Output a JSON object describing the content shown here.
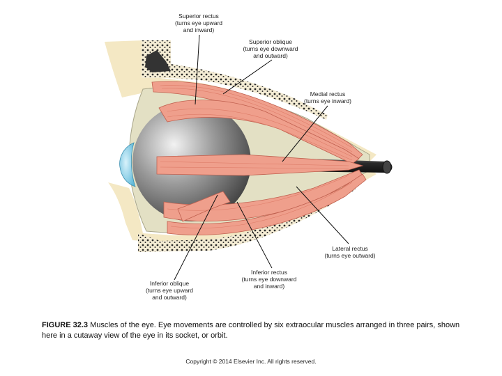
{
  "labels": {
    "superior_rectus": [
      "Superior rectus",
      "(turns eye upward",
      "and inward)"
    ],
    "superior_oblique": [
      "Superior oblique",
      "(turns eye downward",
      "and outward)"
    ],
    "medial_rectus": [
      "Medial rectus",
      "(turns eye inward)"
    ],
    "lateral_rectus": [
      "Lateral rectus",
      "(turns eye outward)"
    ],
    "inferior_rectus": [
      "Inferior rectus",
      "(turns eye downward",
      "and inward)"
    ],
    "inferior_oblique": [
      "Inferior oblique",
      "(turns eye upward",
      "and outward)"
    ]
  },
  "caption": {
    "figure_number": "FIGURE 32.3",
    "text": "Muscles of the eye. Eye movements are controlled by six extraocular muscles arranged in three pairs, shown here in a cutaway view of the eye in its socket, or orbit."
  },
  "copyright": "Copyright © 2014 Elsevier Inc. All rights reserved.",
  "colors": {
    "bone": "#f4e8c4",
    "orbit_fat": "#e3e0c4",
    "muscle": "#ef9f8c",
    "eyeball": "#8a8a8a",
    "cornea": "#7fc8e0",
    "optic_nerve": "#2a2a2a"
  }
}
